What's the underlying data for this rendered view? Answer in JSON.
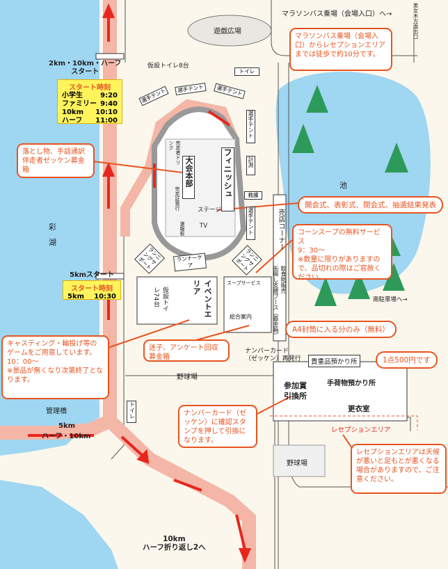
{
  "labels": {
    "playground": "遊戯広場",
    "bus_stop": "マラソンバス乗場（会場入口）へ→",
    "bijomoku_exit": "美女木方面出口",
    "start_main": "2km・10km・ハーフ\nスタート",
    "toilet_8": "仮設トイレ8台",
    "toilet_right": "トイレ",
    "athlete_tent_1": "選手テント",
    "athlete_tent_2": "選手テント",
    "athlete_tent_3": "選手テント",
    "athlete_tent_4": "選手テント",
    "athlete_tent_5": "選手テント",
    "hq": "大会本部",
    "finish": "フィニッシュ",
    "timing": "計測",
    "first_aid": "救護",
    "stage": "ステージ",
    "tv": "TV",
    "drink": "完走者ドリンク",
    "cert": "完走証発行",
    "shuttle": "速報板",
    "runner_care": "ランナーケア",
    "running_support_1": "ランニングサポート",
    "running_support_2": "ランニングサポート",
    "shop_corner": "売店コーナー",
    "food_booth": "飲食物販売\n街興し支援ブース（募金箱）",
    "pond": "池",
    "lake_1": "彩",
    "lake_2": "湖",
    "start_5km": "5kmスタート",
    "toilet_74": "仮設トイレ74台",
    "event_area": "イベントエリア",
    "soup_service": "スープサービス",
    "info": "総合案内",
    "south_parking": "南駐車場へ→",
    "number_card_reissue": "ナンバーカード\n（ゼッケン）再発行",
    "valuables": "貴重品預かり所",
    "baggage": "手荷物預かり所",
    "prize_exchange": "参加賞\n引換所",
    "changing_room": "更衣室",
    "reception_area": "レセプションエリア",
    "baseball_1": "野球場",
    "baseball_2": "野球場",
    "management_bridge": "管理橋",
    "route_5km": "5km",
    "route_half": "ハーフ・10km",
    "toilet_bottom": "トイレ",
    "turnaround": "10km\nハーフ折り返し2へ"
  },
  "start_times_main": {
    "heading": "スタート時刻",
    "rows": [
      {
        "name": "小学生",
        "time": "9:20"
      },
      {
        "name": "ファミリー",
        "time": "9:40"
      },
      {
        "name": "10km",
        "time": "10:10"
      },
      {
        "name": "ハーフ",
        "time": "11:00"
      }
    ]
  },
  "start_times_5k": {
    "heading": "スタート時刻",
    "rows": [
      {
        "name": "5km",
        "time": "10:30"
      }
    ]
  },
  "callouts": {
    "bus_walk": "マラソンバス乗場（会場入口）からレセプションエリアまでは徒歩で約10分です。",
    "lost_found": "落とし物、手話通訳伴走者ゼッケン募金箱",
    "ceremonies": "開会式、表彰式、閉会式、抽選結果発表",
    "corn_soup": "コーンスープの無料サービス\n9：30～\n※数量に限りがありますので、品切れの際はご容赦ください。",
    "games": "キャスティング・輪投げ等のゲームをご用意しています。\n10：00～\n※景品が無くなり次第終了となります。",
    "lost_child": "迷子、アンケート回収募金箱",
    "a4": "A4封筒に入る分のみ（無料）",
    "fee": "1点500円です",
    "number_stamp": "ナンバーカード（ゼッケン）に確認スタンプを押して引換になります。",
    "weather": "レセプションエリアは天候が悪いと足もとが悪くなる場合がありますので、ご注意ください。"
  },
  "colors": {
    "water": "#9fd6f2",
    "route": "#f4b6a6",
    "arrow": "#e8261f",
    "accent": "#e8531f",
    "yellow": "#fff45c",
    "ground": "#fbf7ec"
  }
}
